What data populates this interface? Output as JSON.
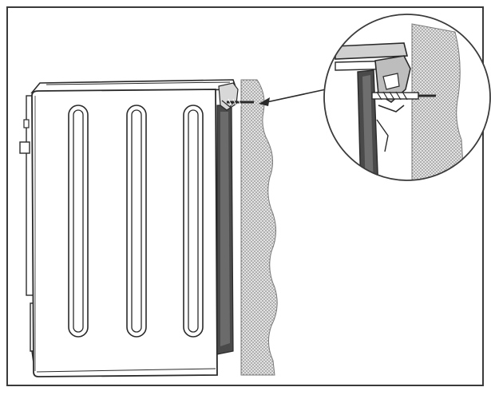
{
  "figure": {
    "type": "technical-line-drawing",
    "subject": "appliance-side-view-with-anti-tip-bracket",
    "colors": {
      "frame": "#3a3a3a",
      "line": "#2a2a2a",
      "panel": "#ffffff",
      "wall_stipple": "#c6c6c6",
      "dark_side": "#4a4a4a",
      "bracket": "#9a9a9a"
    },
    "parts": {
      "body": "appliance-body",
      "slots": [
        "panel-slot-left",
        "panel-slot-middle",
        "panel-slot-right"
      ],
      "wall": "wall-section",
      "bracket": "anti-tip-bracket",
      "fastener": "wall-screw",
      "detail": "zoomed-detail-circle"
    }
  }
}
